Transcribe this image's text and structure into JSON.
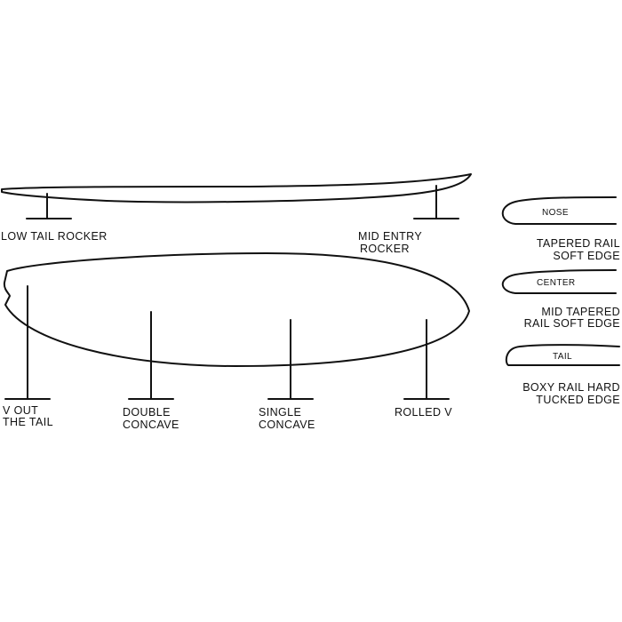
{
  "rocker": {
    "tail_label": "LOW TAIL ROCKER",
    "entry_label_line1": "MID ENTRY",
    "entry_label_line2": "ROCKER"
  },
  "bottom": {
    "v_tail_line1": "V OUT",
    "v_tail_line2": "THE TAIL",
    "double_line1": "DOUBLE",
    "double_line2": "CONCAVE",
    "single_line1": "SINGLE",
    "single_line2": "CONCAVE",
    "rolled": "ROLLED V"
  },
  "rails": {
    "nose_tag": "NOSE",
    "nose_line1": "TAPERED RAIL",
    "nose_line2": "SOFT EDGE",
    "center_tag": "CENTER",
    "center_line1": "MID TAPERED",
    "center_line2": "RAIL SOFT EDGE",
    "tail_tag": "TAIL",
    "tail_line1": "BOXY RAIL HARD",
    "tail_line2": "TUCKED EDGE"
  }
}
